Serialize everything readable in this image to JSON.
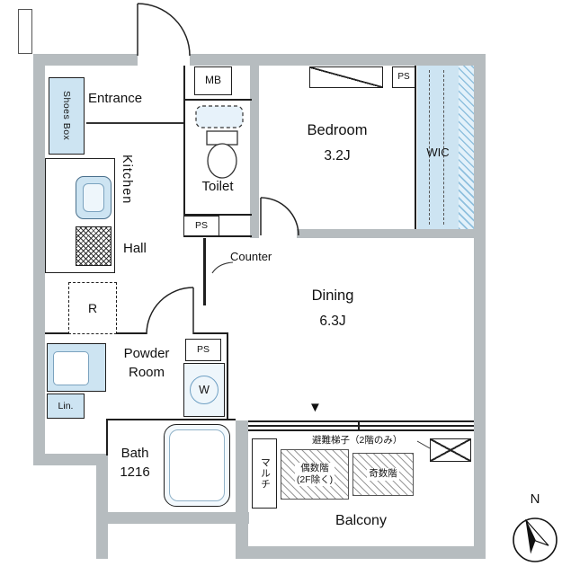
{
  "colors": {
    "wall": "#b6bcbf",
    "fixture_blue": "#cde4f2",
    "hatch_blue": "#8fc0de",
    "line": "#1f1f1f"
  },
  "rooms": {
    "entrance": "Entrance",
    "shoes_box": "Shoes Box",
    "meter_box": "MB",
    "toilet": "Toilet",
    "toilet_ps": "PS",
    "bedroom_name": "Bedroom",
    "bedroom_size": "3.2J",
    "bedroom_ps": "PS",
    "wic": "WIC",
    "kitchen": "Kitchen",
    "hall": "Hall",
    "refrigerator": "R",
    "counter": "Counter",
    "dining_name": "Dining",
    "dining_size": "6.3J",
    "powder_line1": "Powder",
    "powder_line2": "Room",
    "powder_ps": "PS",
    "washer": "W",
    "linen": "Lin.",
    "bath_line1": "Bath",
    "bath_line2": "1216",
    "balcony": "Balcony",
    "multi": "マルチ",
    "evac_note": "避難梯子（2階のみ）",
    "even_floor_line1": "偶数階",
    "even_floor_line2": "(2F除く)",
    "odd_floor": "奇数階",
    "balcony_marker": "▼",
    "compass_north": "N"
  }
}
